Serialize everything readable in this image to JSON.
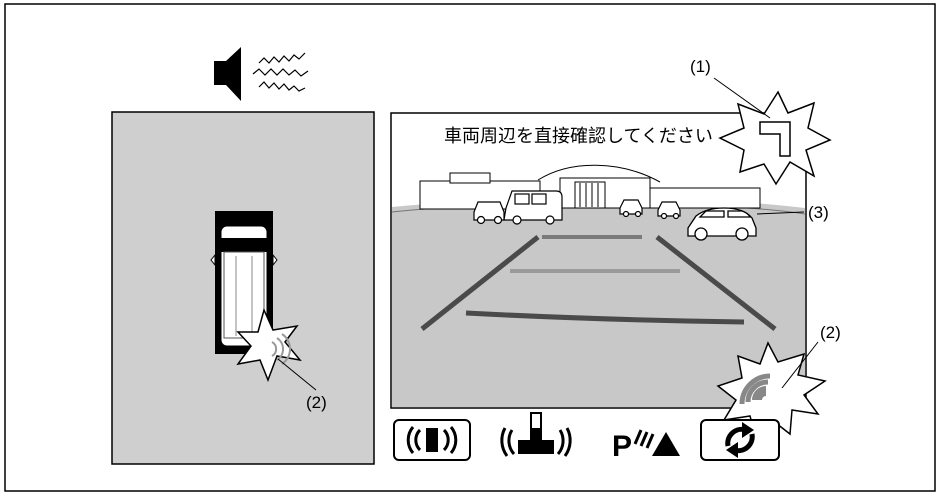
{
  "callouts": {
    "c1": "(1)",
    "c2_left": "(2)",
    "c2_right": "(2)",
    "c3": "(3)"
  },
  "camera_view": {
    "message": "車両周辺を直接確認してください"
  },
  "bottom_bar": {
    "parking_sensor_label": "P"
  },
  "colors": {
    "panel_gray": "#cfcfcf",
    "ground_gray": "#c8c8c8",
    "guide_dark": "#4a4a4a",
    "guide_mid": "#7a7a7a",
    "guide_light": "#9a9a9a"
  },
  "icons": [
    "speaker-icon",
    "sound-wave-icon",
    "car-top-view-icon",
    "sensor-detect-icon",
    "front-sensor-icon",
    "rear-sensor-icon",
    "parking-sensor-icon",
    "camera-switch-icon"
  ]
}
